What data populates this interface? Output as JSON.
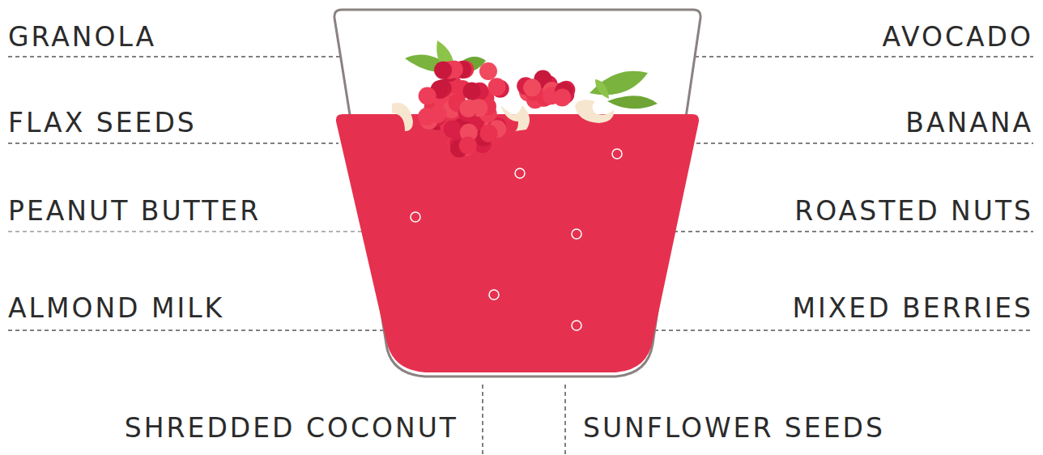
{
  "diagram": {
    "labels": [
      "GRANOLA",
      "AVOCADO",
      "FLAX SEEDS",
      "BANANA",
      "PEANUT BUTTER",
      "ROASTED NUTS",
      "ALMOND MILK",
      "MIXED BERRIES",
      "SHREDDED COCONUT",
      "SUNFLOWER SEEDS"
    ]
  }
}
